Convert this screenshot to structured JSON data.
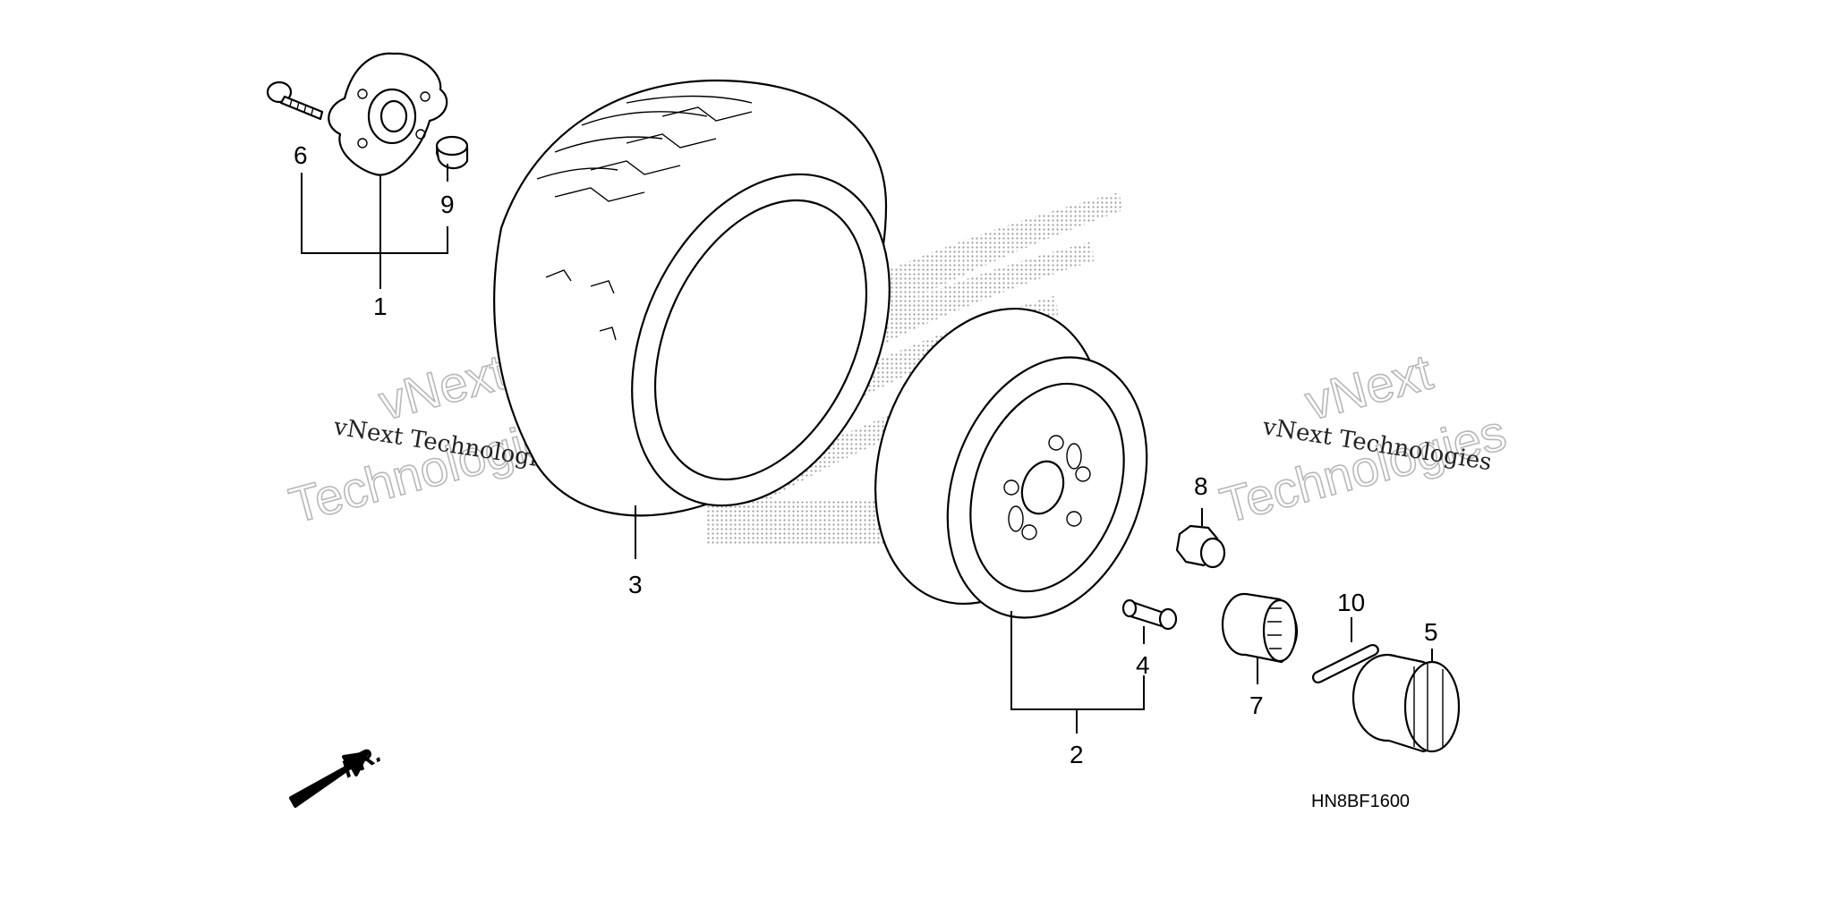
{
  "diagram": {
    "code": "HN8BF1600",
    "direction_label": "FR.",
    "callouts": {
      "c1": "1",
      "c2": "2",
      "c3": "3",
      "c4": "4",
      "c5": "5",
      "c6": "6",
      "c7": "7",
      "c8": "8",
      "c9": "9",
      "c10": "10"
    },
    "watermark": {
      "line_small": "vNext Technologies",
      "line_big_1": "vNext",
      "line_big_2": "Technologies"
    },
    "background_logo_color": "#9a9a9a"
  }
}
